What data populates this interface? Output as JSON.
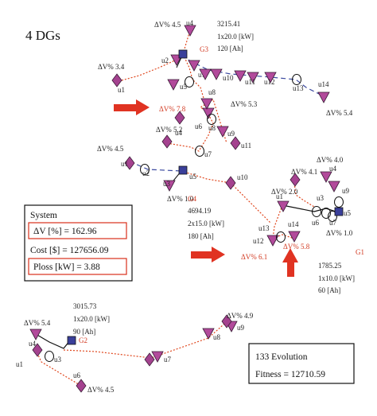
{
  "title": "4 DGs",
  "system": {
    "heading": "System",
    "dv": "ΔV [%] = 162.96",
    "cost": "Cost [$] = 127656.09",
    "ploss": "Ploss [kW] = 3.88"
  },
  "evolution": {
    "line1": "133 Evolution",
    "line2": "Fitness = 12710.59"
  },
  "g3": {
    "name": "G3",
    "cost": "3215.41",
    "pv": "1x20.0 [kW]",
    "bat": "120 [Ah]"
  },
  "g4": {
    "name": "G4",
    "cost": "4694.19",
    "pv": "2x15.0 [kW]",
    "bat": "180 [Ah]"
  },
  "g1": {
    "name": "G1",
    "cost": "1785.25",
    "pv": "1x10.0 [kW]",
    "bat": "60 [Ah]"
  },
  "g2": {
    "name": "G2",
    "cost": "3015.73",
    "pv": "1x20.0 [kW]",
    "bat": "90 [Ah]"
  },
  "dv_labels": {
    "a": "ΔV% 4.5",
    "b": "ΔV% 3.4",
    "c": "ΔV% 7.8",
    "d": "ΔV% 5.3",
    "e": "ΔV% 5.4",
    "f": "ΔV% 5.2",
    "g": "ΔV% 4.5",
    "h": "ΔV% 1.0",
    "i": "ΔV% 4.0",
    "j": "ΔV% 4.1",
    "k": "ΔV% 2.0",
    "l": "ΔV% 1.0",
    "m": "ΔV% 5.8",
    "n": "ΔV% 6.1",
    "o": "ΔV% 5.4",
    "p": "ΔV% 4.9",
    "q": "ΔV% 4.5"
  },
  "nodes": {
    "c1": {
      "u4": "u4",
      "u2": "u2",
      "u1": "u1",
      "u5": "u5",
      "u7": "u7",
      "u10": "u10",
      "u11": "u11",
      "u12": "u12",
      "u13": "u13",
      "u14": "u14",
      "u8": "u8"
    },
    "c2": {
      "u4": "u4",
      "u6": "u6",
      "u7": "u7",
      "u8": "u8",
      "u9": "u9",
      "u11": "u11"
    },
    "c3": {
      "u1": "u1",
      "u2": "u2",
      "u3": "u3",
      "u5": "u5",
      "u10": "u10"
    },
    "c4": {
      "u4": "u4",
      "u9": "u9",
      "u1": "u1",
      "u3": "u3",
      "u5": "u5",
      "u6": "u6",
      "u7": "u7",
      "u13": "u13",
      "u14": "u14",
      "u12": "u12"
    },
    "c5": {
      "u4": "u4",
      "u1": "u1",
      "u3": "u3",
      "u6": "u6",
      "u7": "u7",
      "u8": "u8",
      "u9": "u9"
    }
  },
  "colors": {
    "triangle": "#b24a9b",
    "diamond": "#a4428f",
    "gen": "#3a3f9a",
    "red_line": "#e0481f",
    "blue_line": "#3b4aa0",
    "arrow": "#e03322",
    "box_border": "#d9301a"
  }
}
